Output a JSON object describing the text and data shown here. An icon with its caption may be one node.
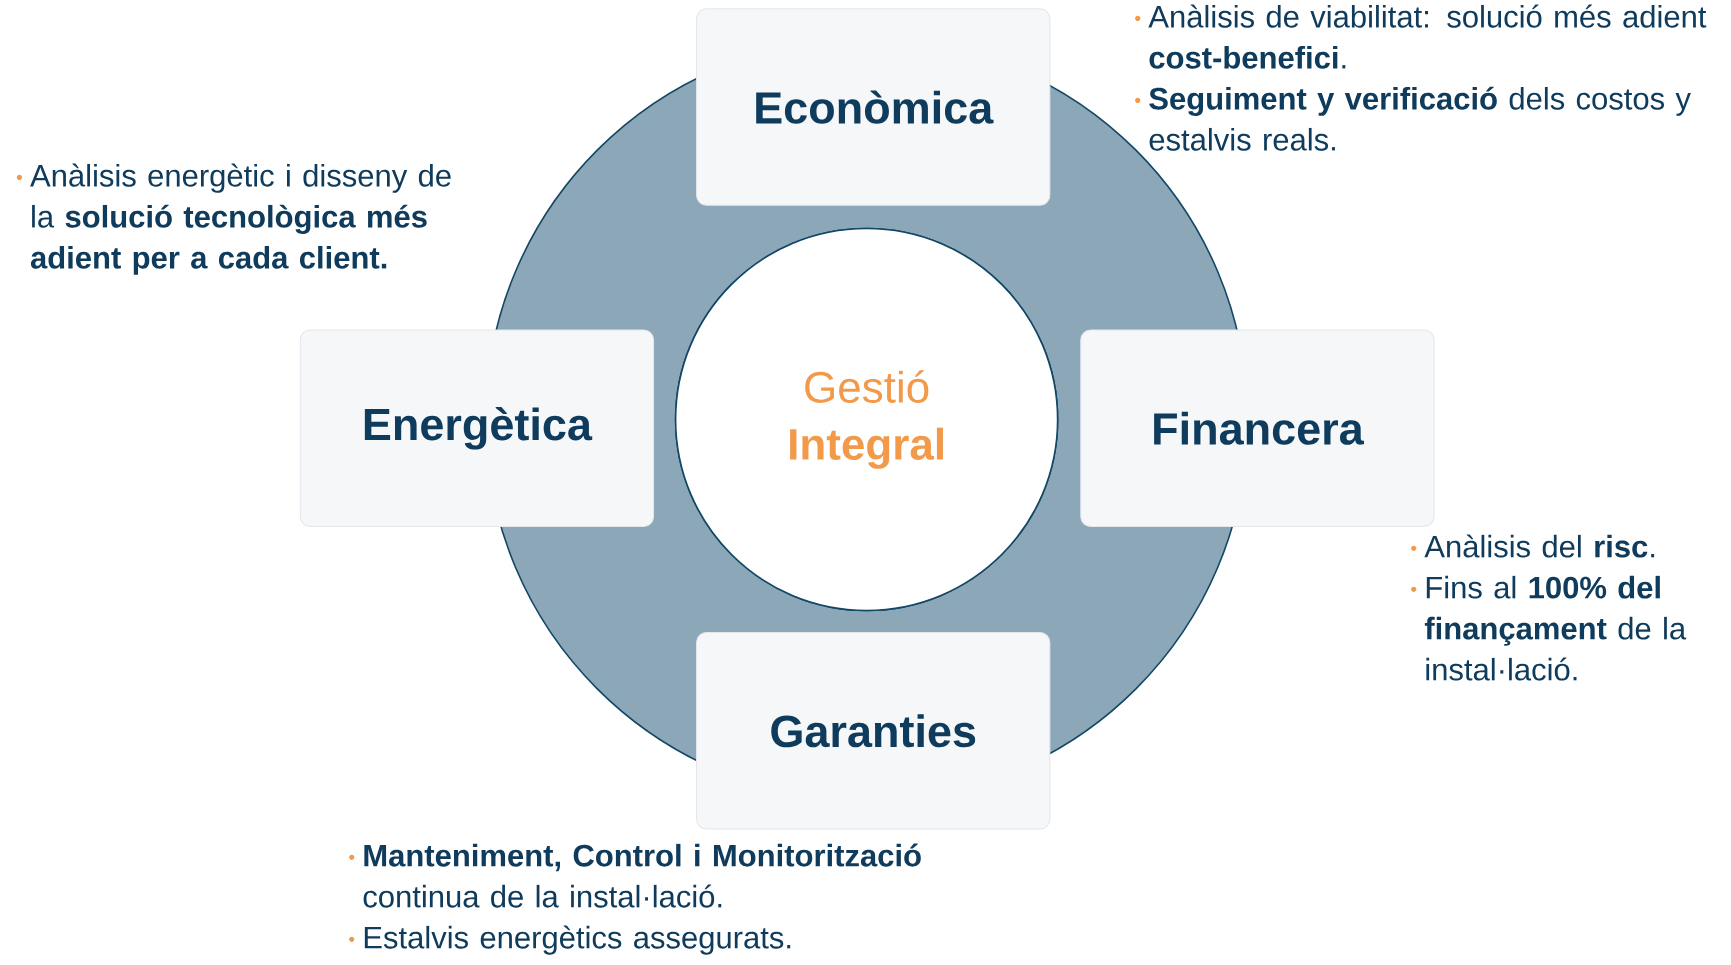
{
  "diagram": {
    "nodes": [
      {
        "text": [
          "Gestió **Integral**"
        ]
      },
      {
        "text": [
          "Econòmica"
        ],
        "beside": [
          "Anàlisis de viabilitat: solució més adient **cost-benefici**.",
          "**Seguiment y verificació** dels costos y estalvis reals."
        ]
      },
      {
        "text": [
          "Energètica"
        ],
        "beside": [
          "Anàlisis energètic i disseny de la **solució tecnològica més adient per a cada client.**"
        ]
      },
      {
        "text": [
          "Financera"
        ],
        "beside": [
          "Anàlisis del **risc**.",
          "Fins al **100% del finançament** de la instal·lació."
        ]
      },
      {
        "text": [
          "Garanties"
        ],
        "beside": [
          "**Manteniment, Control i Monitorització** continua de la instal·lació.",
          "Estalvis energètics assegurats."
        ]
      }
    ]
  }
}
